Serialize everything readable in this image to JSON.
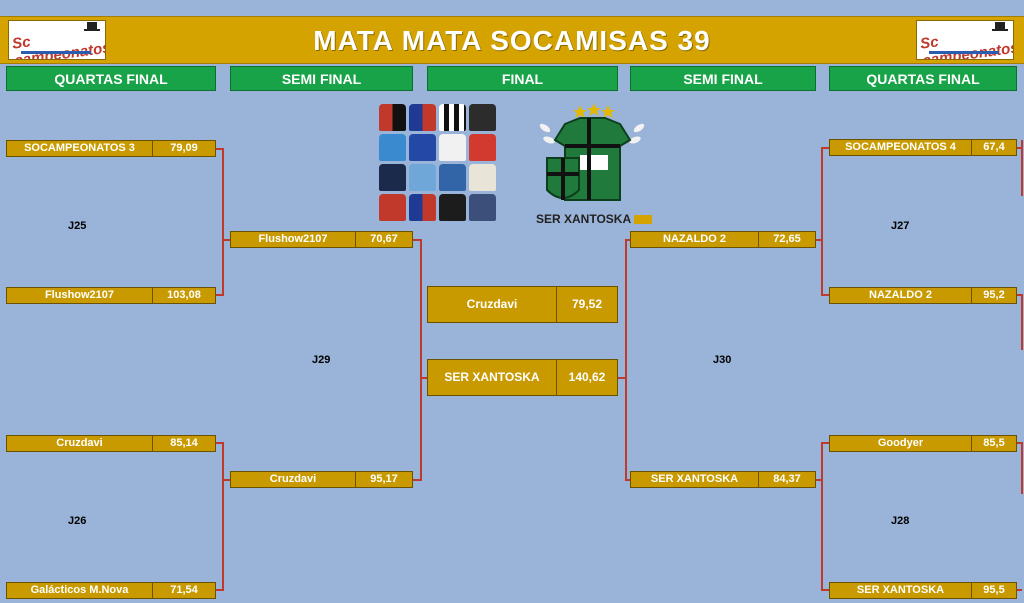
{
  "title": "MATA MATA SOCAMISAS 39",
  "logo_text": "Sc campeonatos",
  "tabs": [
    "QUARTAS FINAL",
    "SEMI FINAL",
    "FINAL",
    "SEMI FINAL",
    "QUARTAS FINAL"
  ],
  "groups": {
    "j25": "J25",
    "j26": "J26",
    "j27": "J27",
    "j28": "J28",
    "j29": "J29",
    "j30": "J30"
  },
  "left_quarters": [
    {
      "name": "SOCAMPEONATOS 3",
      "score": "79,09"
    },
    {
      "name": "Flushow2107",
      "score": "103,08"
    },
    {
      "name": "Cruzdavi",
      "score": "85,14"
    },
    {
      "name": "Galácticos M.Nova",
      "score": "71,54"
    }
  ],
  "left_semis": [
    {
      "name": "Flushow2107",
      "score": "70,67"
    },
    {
      "name": "Cruzdavi",
      "score": "95,17"
    }
  ],
  "final": [
    {
      "name": "Cruzdavi",
      "score": "79,52"
    },
    {
      "name": "SER XANTOSKA",
      "score": "140,62"
    }
  ],
  "right_semis": [
    {
      "name": "NAZALDO 2",
      "score": "72,65"
    },
    {
      "name": "SER XANTOSKA",
      "score": "84,37"
    }
  ],
  "right_quarters": [
    {
      "name": "SOCAMPEONATOS 4",
      "score": "67,4"
    },
    {
      "name": "NAZALDO 2",
      "score": "95,2"
    },
    {
      "name": "Goodyer",
      "score": "85,5"
    },
    {
      "name": "SER XANTOSKA",
      "score": "95,5"
    }
  ],
  "champion": "SER XANTOSKA",
  "colors": {
    "background": "#9ab3d8",
    "gold": "#c99a00",
    "green": "#18a348",
    "line": "#c0392b"
  }
}
